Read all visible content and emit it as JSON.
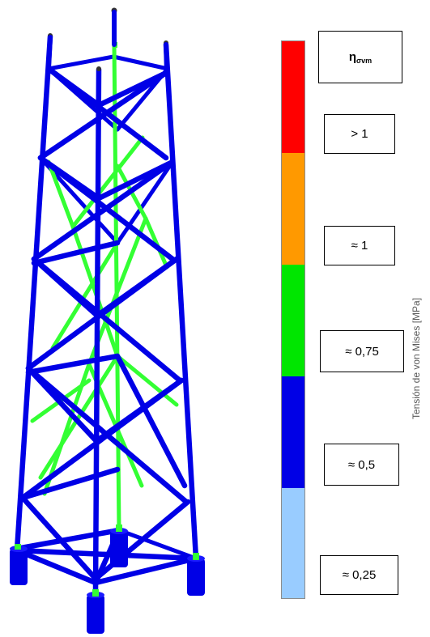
{
  "legend": {
    "title_main": "η",
    "title_sub": "σvm",
    "axis_title": "Tensión de von Mises [MPa]",
    "levels": [
      {
        "label": "> 1",
        "color": "#ff0000"
      },
      {
        "label": "≈ 1",
        "color": "#ff9900"
      },
      {
        "label": "≈ 0,75",
        "color": "#00e600"
      },
      {
        "label": "≈ 0,5",
        "color": "#0000e6"
      },
      {
        "label": "≈ 0,25",
        "color": "#99ccff"
      }
    ]
  },
  "tower": {
    "member_color": "#0000e6",
    "highlight_color": "#33ff33",
    "joint_color": "#333333"
  }
}
